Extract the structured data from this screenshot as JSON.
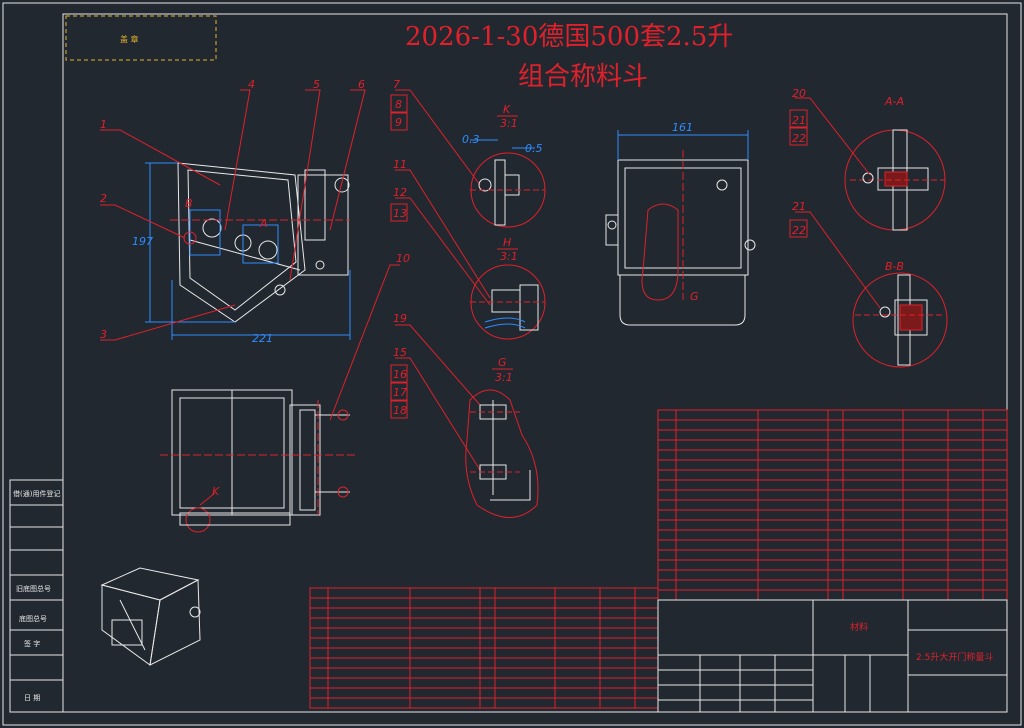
{
  "title": {
    "line1": "2026-1-30德国500套2.5升",
    "line2": "组合称料斗"
  },
  "stamp_text": "盖 章",
  "dimensions": {
    "height_197": "197",
    "width_221": "221",
    "width_161": "161",
    "gap_03": "0.3",
    "gap_05": "0.5"
  },
  "balloons": [
    "1",
    "2",
    "3",
    "4",
    "5",
    "6",
    "7",
    "8",
    "9",
    "10",
    "11",
    "12",
    "13",
    "15",
    "16",
    "17",
    "18",
    "19",
    "20",
    "21",
    "22"
  ],
  "views": {
    "detail_k": "K",
    "detail_h": "H",
    "detail_g": "G",
    "scale": "3:1",
    "section_aa": "A-A",
    "section_bb": "B-B",
    "mark_a": "A",
    "mark_b": "B",
    "mark_g": "G",
    "mark_k": "K"
  },
  "title_block": {
    "material": "材料",
    "part_name": "2.5升大开门称量斗"
  },
  "left_strip": [
    "借(通)用件登记",
    "旧底图总号",
    "底图总号",
    "签 字",
    "日 期"
  ],
  "colors": {
    "background": "#212830",
    "red": "#e0202a",
    "white": "#e8e8e8",
    "blue": "#2f8cff",
    "yellow": "#e5b42a"
  }
}
